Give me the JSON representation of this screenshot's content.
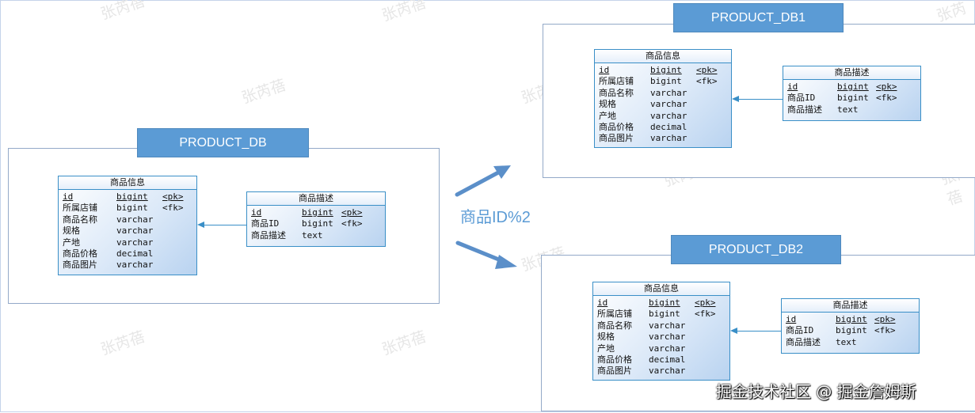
{
  "watermark_text": "张芮蓓",
  "shard_rule": "商品ID%2",
  "site_credit": "掘金技术社区 @ 掘金詹姆斯",
  "accent_color": "#5b9bd5",
  "databases": [
    {
      "label": "PRODUCT_DB",
      "info_table": {
        "title": "商品信息",
        "columns": [
          {
            "name": "id",
            "type": "bigint",
            "key": "<pk>"
          },
          {
            "name": "所属店铺",
            "type": "bigint",
            "key": "<fk>"
          },
          {
            "name": "商品名称",
            "type": "varchar",
            "key": ""
          },
          {
            "name": "规格",
            "type": "varchar",
            "key": ""
          },
          {
            "name": "产地",
            "type": "varchar",
            "key": ""
          },
          {
            "name": "商品价格",
            "type": "decimal",
            "key": ""
          },
          {
            "name": "商品图片",
            "type": "varchar",
            "key": ""
          }
        ]
      },
      "desc_table": {
        "title": "商品描述",
        "columns": [
          {
            "name": "id",
            "type": "bigint",
            "key": "<pk>"
          },
          {
            "name": "商品ID",
            "type": "bigint",
            "key": "<fk>"
          },
          {
            "name": "商品描述",
            "type": "text",
            "key": ""
          }
        ]
      }
    },
    {
      "label": "PRODUCT_DB1",
      "info_table": {
        "title": "商品信息",
        "columns": [
          {
            "name": "id",
            "type": "bigint",
            "key": "<pk>"
          },
          {
            "name": "所属店铺",
            "type": "bigint",
            "key": "<fk>"
          },
          {
            "name": "商品名称",
            "type": "varchar",
            "key": ""
          },
          {
            "name": "规格",
            "type": "varchar",
            "key": ""
          },
          {
            "name": "产地",
            "type": "varchar",
            "key": ""
          },
          {
            "name": "商品价格",
            "type": "decimal",
            "key": ""
          },
          {
            "name": "商品图片",
            "type": "varchar",
            "key": ""
          }
        ]
      },
      "desc_table": {
        "title": "商品描述",
        "columns": [
          {
            "name": "id",
            "type": "bigint",
            "key": "<pk>"
          },
          {
            "name": "商品ID",
            "type": "bigint",
            "key": "<fk>"
          },
          {
            "name": "商品描述",
            "type": "text",
            "key": ""
          }
        ]
      }
    },
    {
      "label": "PRODUCT_DB2",
      "info_table": {
        "title": "商品信息",
        "columns": [
          {
            "name": "id",
            "type": "bigint",
            "key": "<pk>"
          },
          {
            "name": "所属店铺",
            "type": "bigint",
            "key": "<fk>"
          },
          {
            "name": "商品名称",
            "type": "varchar",
            "key": ""
          },
          {
            "name": "规格",
            "type": "varchar",
            "key": ""
          },
          {
            "name": "产地",
            "type": "varchar",
            "key": ""
          },
          {
            "name": "商品价格",
            "type": "decimal",
            "key": ""
          },
          {
            "name": "商品图片",
            "type": "varchar",
            "key": ""
          }
        ]
      },
      "desc_table": {
        "title": "商品描述",
        "columns": [
          {
            "name": "id",
            "type": "bigint",
            "key": "<pk>"
          },
          {
            "name": "商品ID",
            "type": "bigint",
            "key": "<fk>"
          },
          {
            "name": "商品描述",
            "type": "text",
            "key": ""
          }
        ]
      }
    }
  ]
}
